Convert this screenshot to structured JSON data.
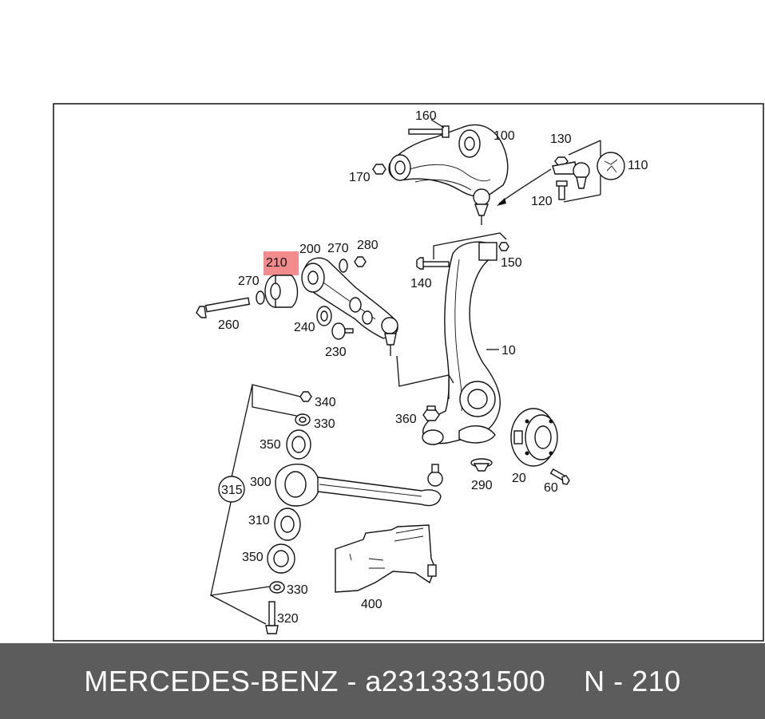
{
  "diagram": {
    "highlight_color": "#f28b8b",
    "labels": {
      "p10": "10",
      "p20": "20",
      "p60": "60",
      "p100": "100",
      "p110": "110",
      "p120": "120",
      "p130": "130",
      "p140": "140",
      "p150": "150",
      "p160": "160",
      "p170": "170",
      "p200": "200",
      "p210": "210",
      "p230": "230",
      "p240": "240",
      "p260": "260",
      "p270a": "270",
      "p270b": "270",
      "p280": "280",
      "p290": "290",
      "p300": "300",
      "p310": "310",
      "p315": "315",
      "p320": "320",
      "p330a": "330",
      "p330b": "330",
      "p340": "340",
      "p350a": "350",
      "p350b": "350",
      "p360": "360",
      "p400": "400"
    }
  },
  "footer": {
    "brand": "MERCEDES-BENZ",
    "separator": " - ",
    "part_number": "a2313331500",
    "diagram_ref": "N - 210"
  }
}
